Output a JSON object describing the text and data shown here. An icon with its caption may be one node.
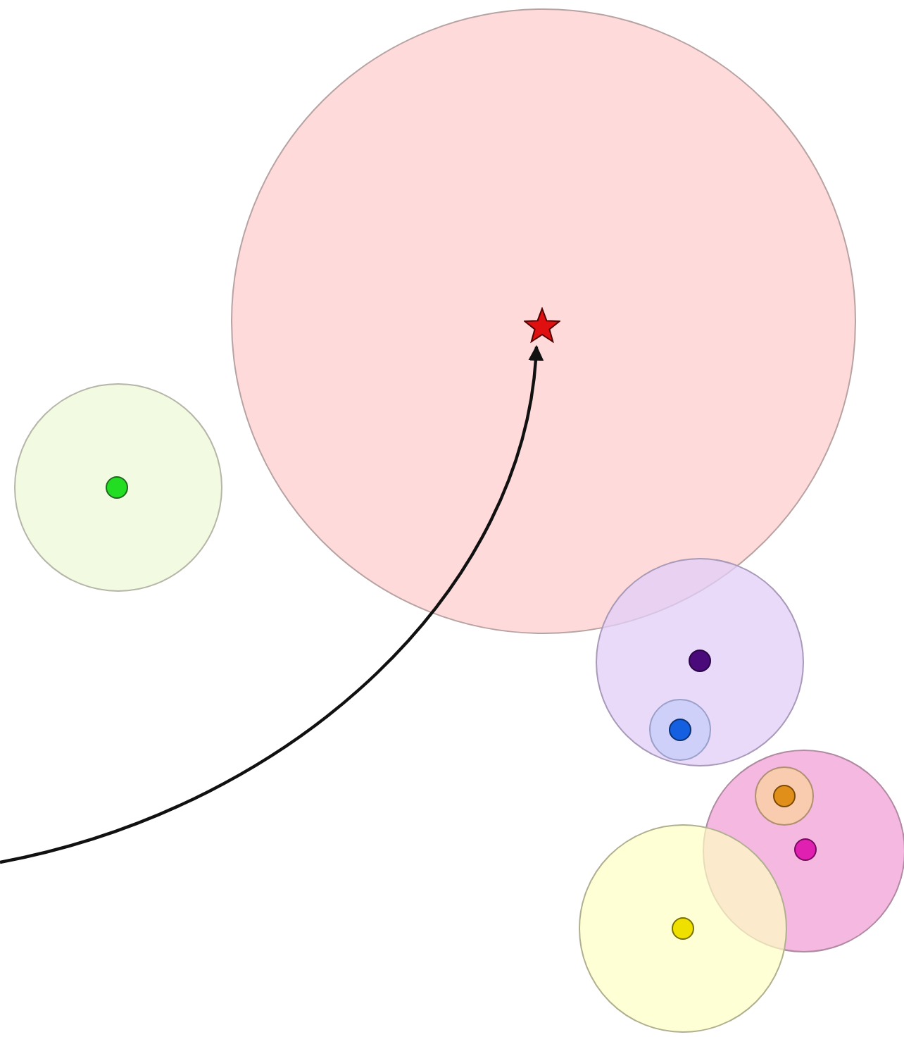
{
  "diagram": {
    "nodes": [
      {
        "text": [],
        "shape": "circle"
      },
      {
        "text": [],
        "shape": "star",
        "in": 0
      },
      {
        "text": [],
        "shape": "circle"
      },
      {
        "text": [],
        "shape": "circle",
        "in": 2
      },
      {
        "text": [],
        "shape": "circle"
      },
      {
        "text": [],
        "shape": "circle",
        "in": 4
      },
      {
        "text": [],
        "shape": "circle",
        "in": 4
      },
      {
        "text": [],
        "shape": "circle",
        "in": 6
      },
      {
        "text": [],
        "shape": "circle"
      },
      {
        "text": [],
        "shape": "circle",
        "in": 8
      },
      {
        "text": [],
        "shape": "circle",
        "in": 9
      },
      {
        "text": [],
        "shape": "circle",
        "in": 8
      },
      {
        "text": [],
        "shape": "circle"
      },
      {
        "text": [],
        "shape": "circle",
        "in": 12
      }
    ],
    "edges": [
      {
        "from": null,
        "to": 1,
        "arrow": "to"
      }
    ]
  }
}
